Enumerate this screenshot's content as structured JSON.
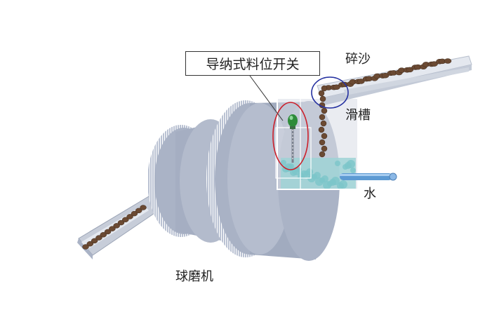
{
  "labels": {
    "switch": "导纳式料位开关",
    "sand": "碎沙",
    "chute": "滑槽",
    "water": "水",
    "mill": "球磨机"
  },
  "colors": {
    "mill_body": "#aab3c6",
    "mill_dark": "#8f99ae",
    "sand": "#6b4a33",
    "water": "#7cc6c9",
    "pipe": "#5d9ad3",
    "highlight_red": "#cc1f2a",
    "highlight_blue": "#2430a0",
    "probe": "#2e8b3a"
  }
}
